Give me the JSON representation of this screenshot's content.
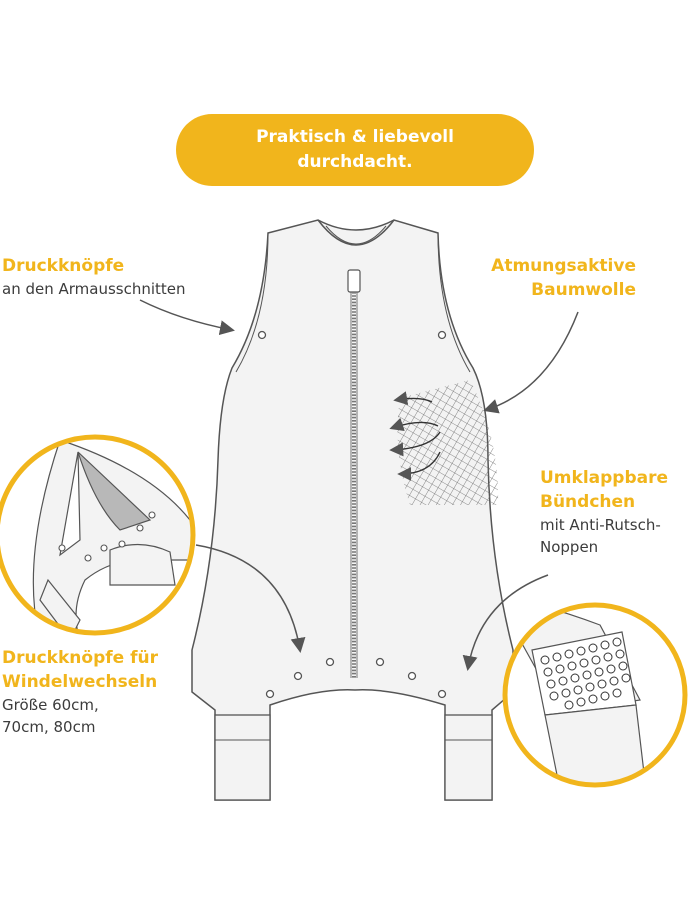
{
  "header": {
    "line1": "Praktisch & liebevoll",
    "line2": "durchdacht."
  },
  "callouts": {
    "armholes": {
      "title": "Druckknöpfe",
      "sub": "an den Armausschnitten"
    },
    "cotton": {
      "title1": "Atmungsaktive",
      "title2": "Baumwolle"
    },
    "cuffs": {
      "title1": "Umklappbare",
      "title2": "Bündchen",
      "sub1": "mit Anti-Rutsch-",
      "sub2": "Noppen"
    },
    "diaper": {
      "title1": "Druckknöpfe für",
      "title2": "Windelwechseln",
      "sub1": "Größe 60cm,",
      "sub2": "70cm, 80cm"
    }
  },
  "colors": {
    "accent": "#f1b51c",
    "outline": "#555555",
    "text": "#3c3c3c",
    "fabric": "#f3f3f3"
  },
  "icons": [
    "arrow-icon",
    "snap-button-icon",
    "zipper-icon",
    "mesh-icon",
    "airflow-icon",
    "magnifier-circle-icon"
  ]
}
